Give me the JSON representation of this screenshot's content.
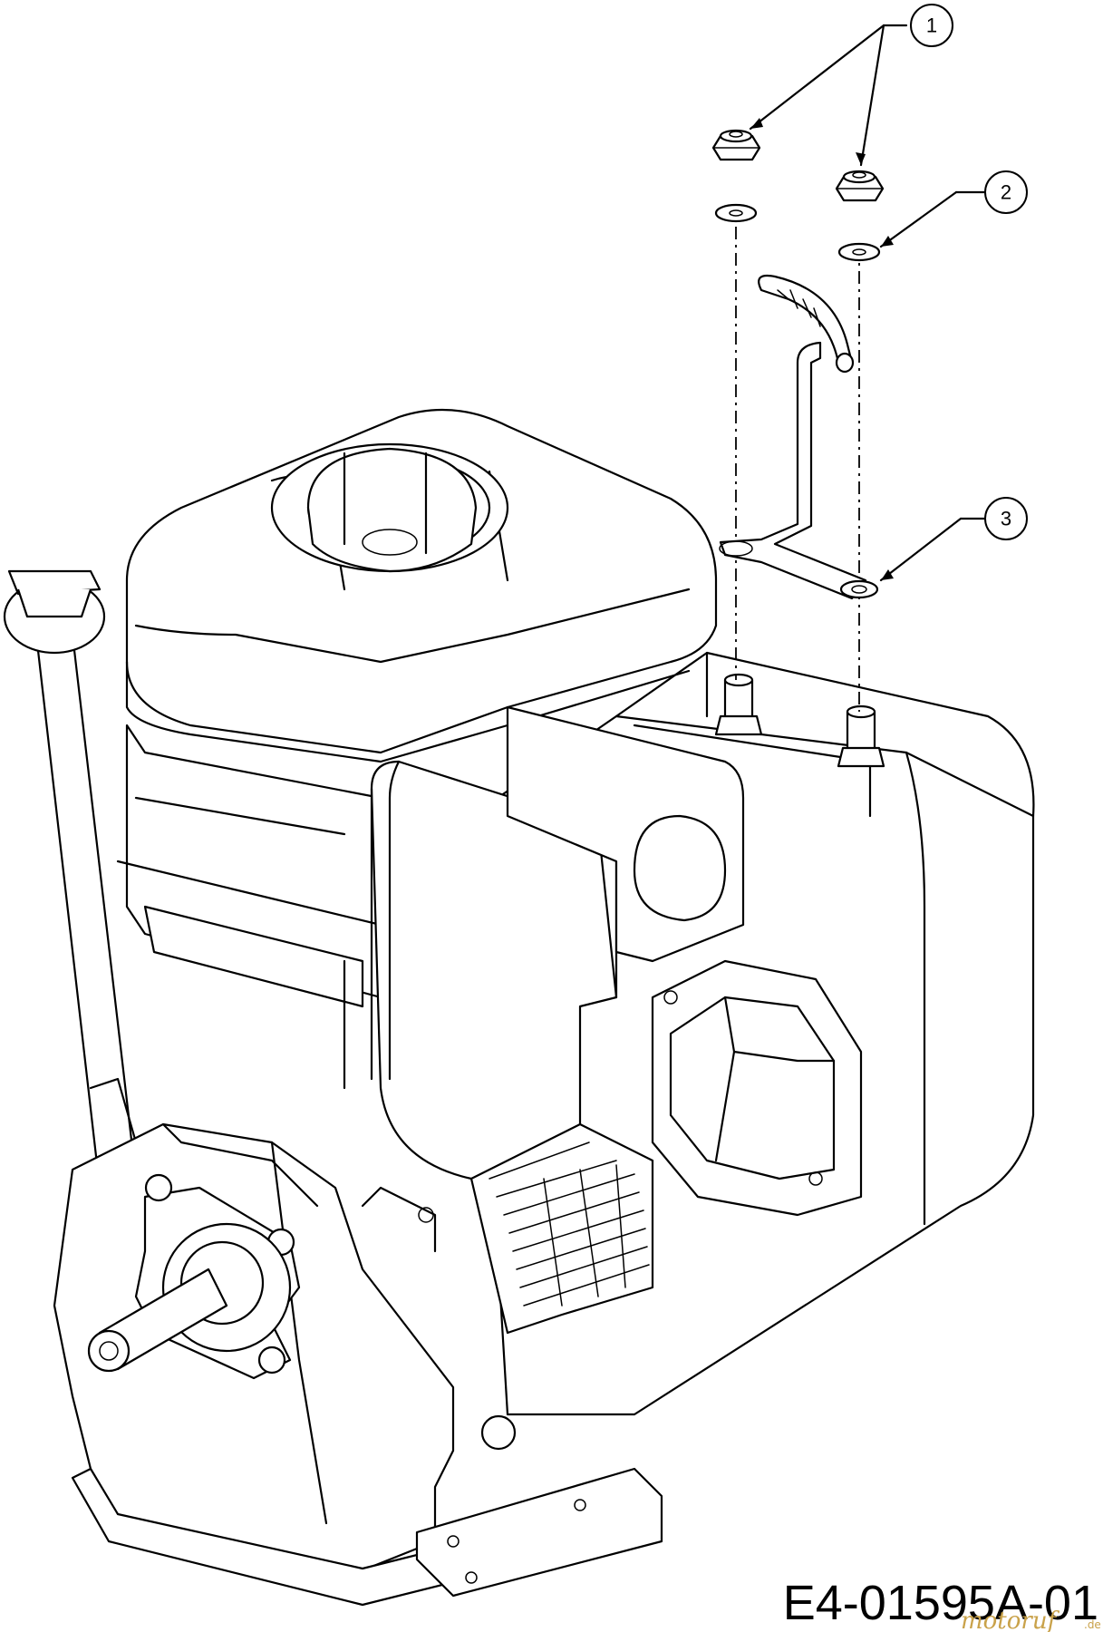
{
  "diagram": {
    "callouts": [
      {
        "label": "1",
        "part": "nut"
      },
      {
        "label": "2",
        "part": "washer"
      },
      {
        "label": "3",
        "part": "bracket"
      }
    ],
    "drawing_code": "E4-01595A-01",
    "watermark": {
      "brand": "motoruf",
      "suffix": ".de"
    }
  }
}
